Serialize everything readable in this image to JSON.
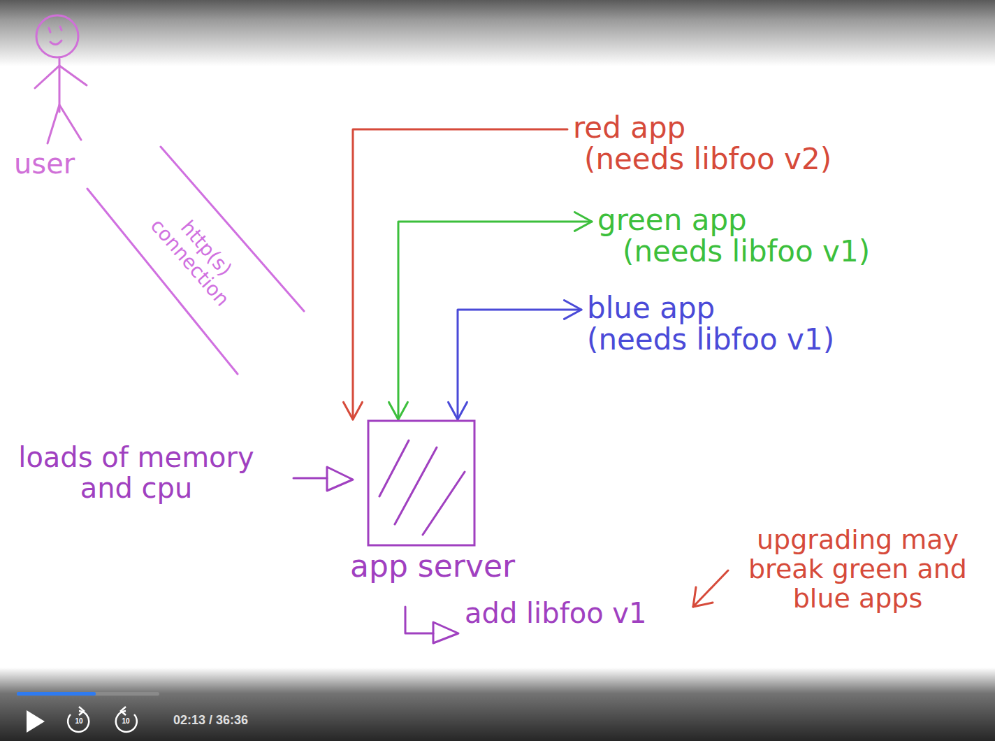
{
  "diagram": {
    "nodes": [
      {
        "text": [
          "red app",
          "(needs libfoo v2)"
        ]
      },
      {
        "text": [
          "green app",
          "(needs libfoo v1)"
        ]
      },
      {
        "text": [
          "blue app",
          "(needs libfoo v1)"
        ]
      },
      {
        "text": [
          "app server"
        ]
      }
    ],
    "edges": [
      {
        "from": 0,
        "to": 3,
        "arrow": "to"
      },
      {
        "from": 1,
        "to": 3,
        "arrow": "both"
      },
      {
        "from": 2,
        "to": 3,
        "arrow": "both"
      }
    ],
    "labels": [
      "user",
      "http(s) connection",
      "loads of memory and cpu",
      "add libfoo v1",
      "upgrading may break green and blue apps",
      "10",
      "10",
      "02:13 / 36:36"
    ]
  }
}
